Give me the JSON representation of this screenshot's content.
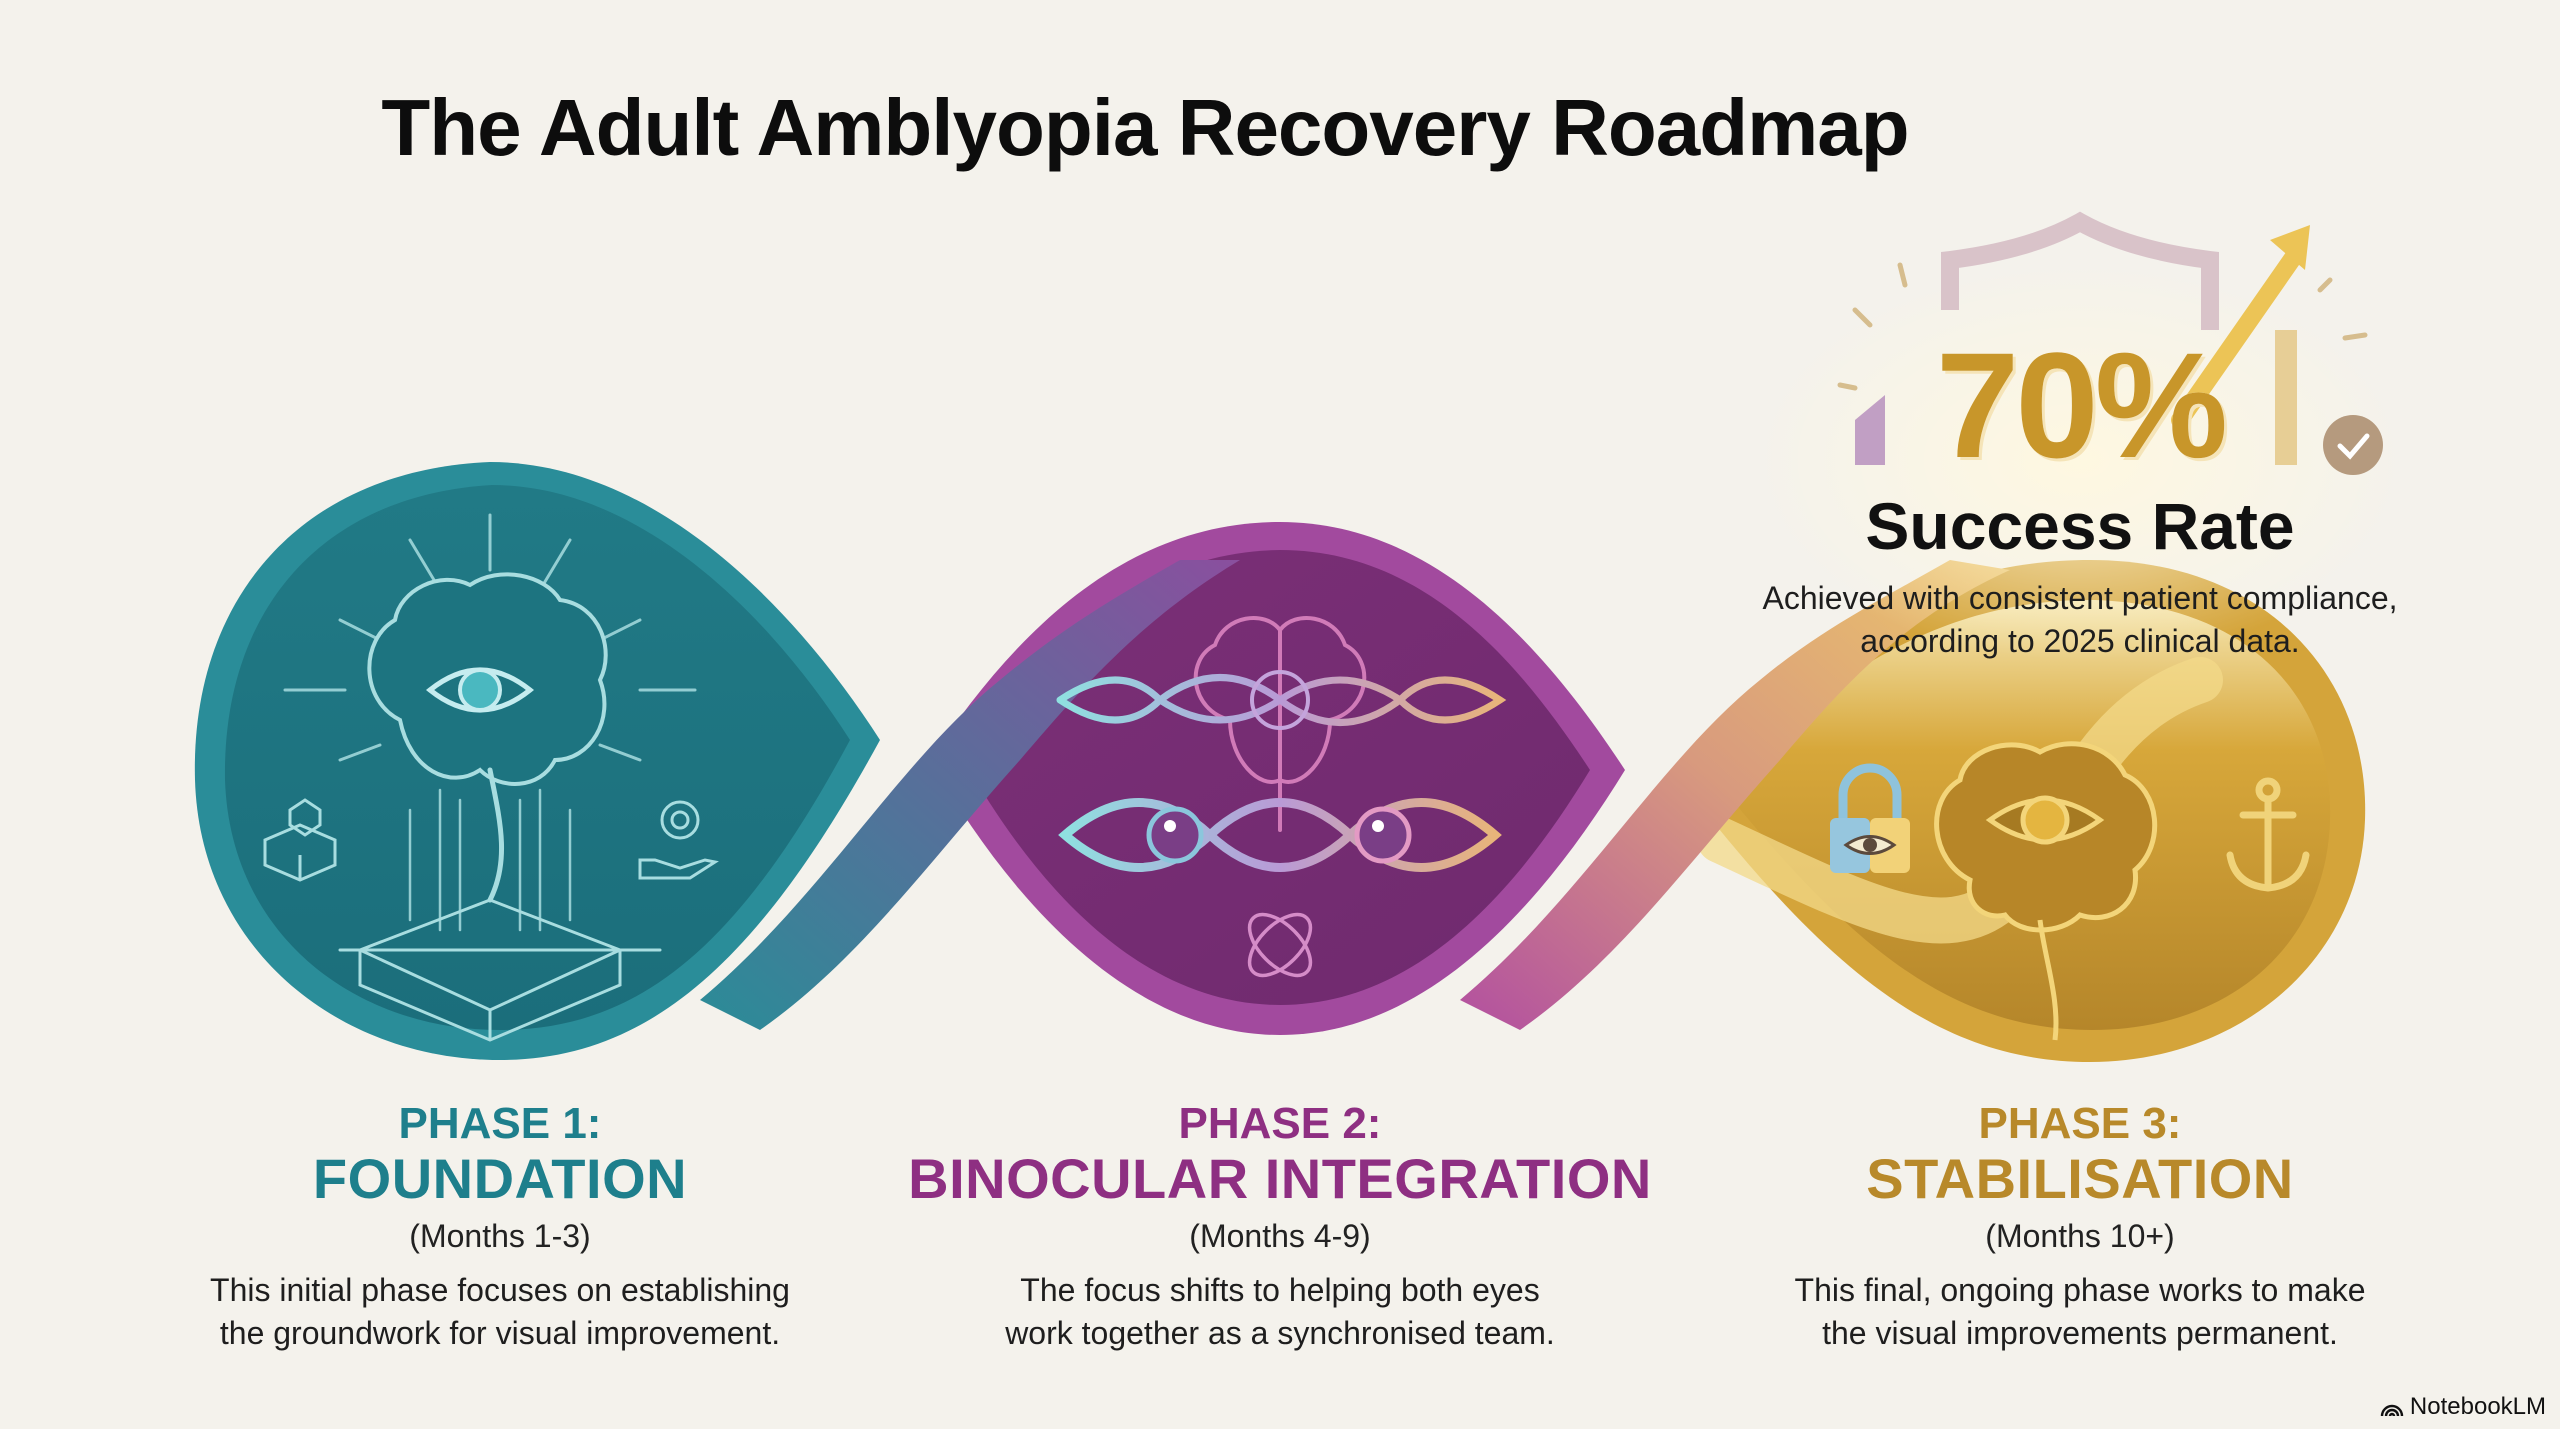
{
  "title": "The Adult Amblyopia Recovery Roadmap",
  "highlight": {
    "value": "70%",
    "label": "Success Rate",
    "note_line1": "Achieved with consistent patient compliance,",
    "note_line2": "according to 2025 clinical data.",
    "icons": [
      "shield-icon",
      "growth-arrow-icon",
      "bar-chart-icon",
      "checkmark-badge-icon"
    ]
  },
  "phases": [
    {
      "kicker": "PHASE 1:",
      "name": "FOUNDATION",
      "months": "(Months 1-3)",
      "desc_line1": "This initial phase focuses on establishing",
      "desc_line2": "the groundwork for visual improvement.",
      "color": "#1e7f8c",
      "icons": [
        "brain-eye-icon",
        "foundation-block-icon",
        "stacked-boxes-icon",
        "gear-hand-icon"
      ]
    },
    {
      "kicker": "PHASE 2:",
      "name": "BINOCULAR INTEGRATION",
      "months": "(Months 4-9)",
      "desc_line1": "The focus shifts to helping both eyes",
      "desc_line2": "work together as a synchronised team.",
      "color": "#8e2f82",
      "icons": [
        "brain-icon",
        "merged-eye-icon",
        "infinity-eyes-icon",
        "handshake-icon"
      ]
    },
    {
      "kicker": "PHASE 3:",
      "name": "STABILISATION",
      "months": "(Months 10+)",
      "desc_line1": "This final, ongoing phase works to make",
      "desc_line2": "the visual improvements permanent.",
      "color": "#b8892a",
      "icons": [
        "lock-eye-icon",
        "brain-eye-icon",
        "anchor-icon",
        "cycle-arrows-icon"
      ]
    }
  ],
  "colors": {
    "background": "#f4f2ec",
    "teal": "#1e7f8c",
    "purple": "#8e2f82",
    "gold": "#c8962a"
  },
  "brand": "NotebookLM"
}
